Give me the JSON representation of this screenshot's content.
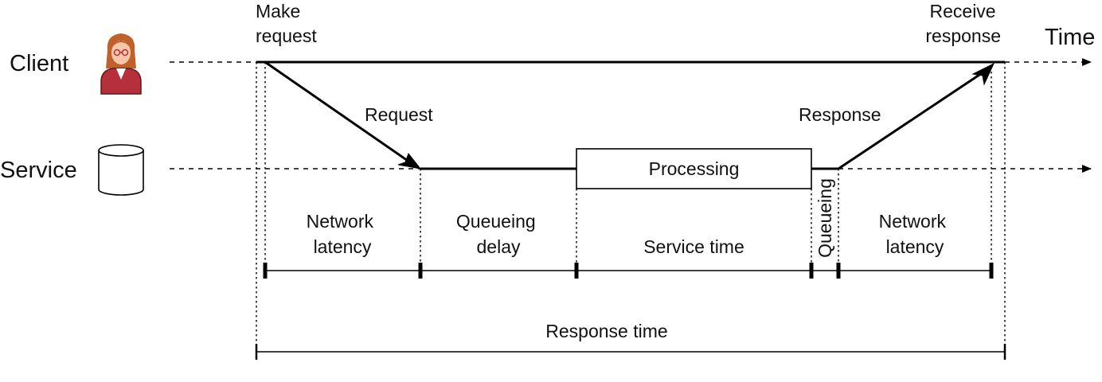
{
  "rows": {
    "client": "Client",
    "service": "Service"
  },
  "axis_label": "Time",
  "events": {
    "make_request": [
      "Make",
      "request"
    ],
    "receive_response": [
      "Receive",
      "response"
    ]
  },
  "arrows": {
    "request": "Request",
    "response": "Response"
  },
  "processing_box": "Processing",
  "intervals": {
    "network_latency_1": [
      "Network",
      "latency"
    ],
    "queueing_delay": [
      "Queueing",
      "delay"
    ],
    "service_time": "Service time",
    "queueing_2": "Queueing",
    "network_latency_2": [
      "Network",
      "latency"
    ]
  },
  "total": "Response time",
  "icons": {
    "client": "person-icon",
    "service": "database-cylinder-icon"
  },
  "colors": {
    "line": "#000000",
    "person_hair": "#c0612b",
    "person_jacket": "#b5303a",
    "person_skin": "#f6c6a8"
  }
}
